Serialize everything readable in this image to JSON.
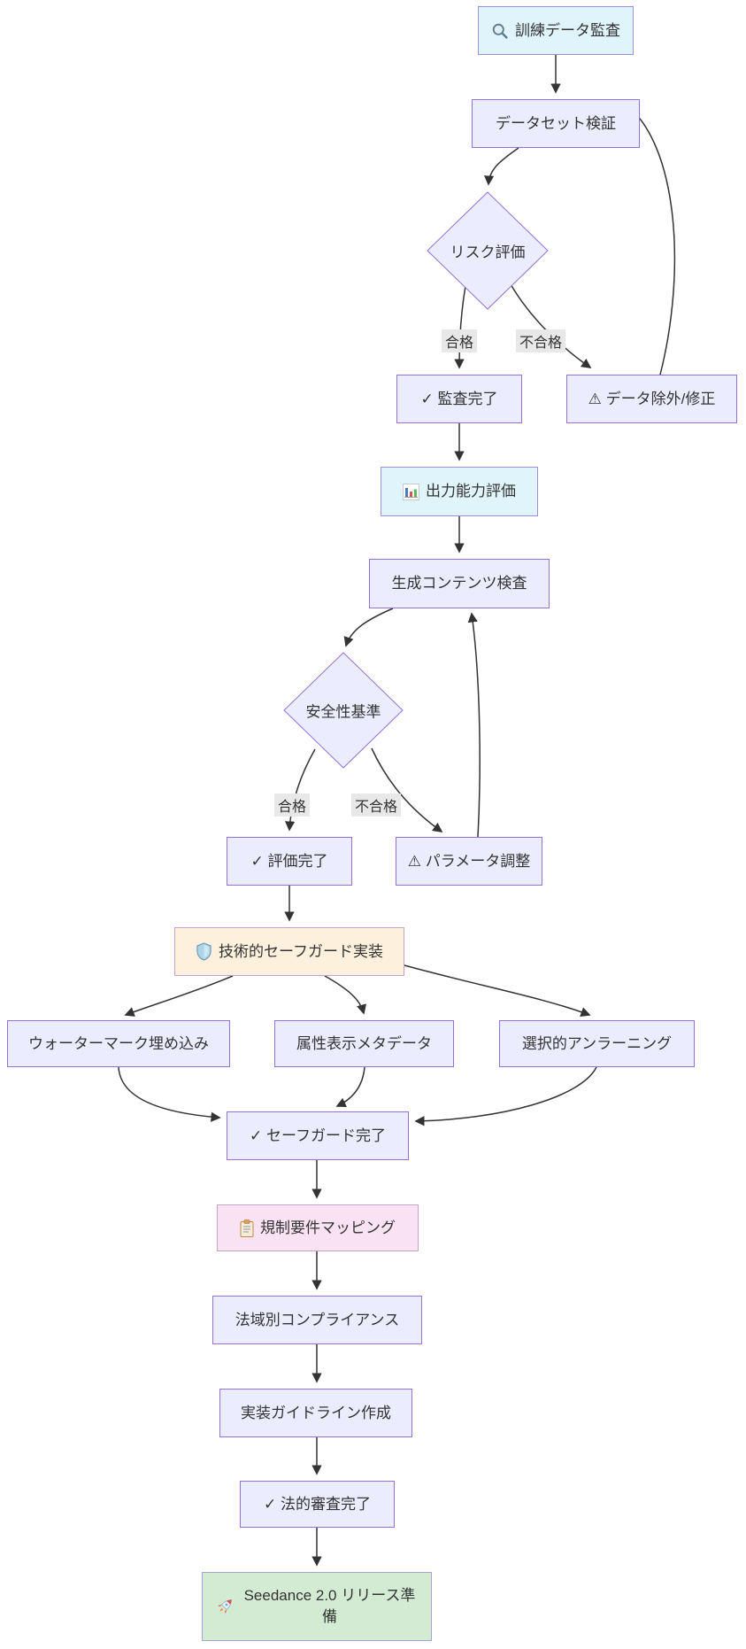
{
  "diagram": {
    "nodes": {
      "training_data_audit": {
        "label": "訓練データ監査",
        "icon": "magnifier-icon"
      },
      "dataset_validation": {
        "label": "データセット検証"
      },
      "risk_assessment": {
        "label": "リスク評価",
        "shape": "diamond"
      },
      "audit_complete": {
        "label": "✓ 監査完了"
      },
      "data_exclusion_fix": {
        "label": "⚠ データ除外/修正"
      },
      "output_capability_eval": {
        "label": "出力能力評価",
        "icon": "bar-chart-icon"
      },
      "generated_content_inspection": {
        "label": "生成コンテンツ検査"
      },
      "safety_criteria": {
        "label": "安全性基準",
        "shape": "diamond"
      },
      "evaluation_complete": {
        "label": "✓ 評価完了"
      },
      "parameter_adjustment": {
        "label": "⚠ パラメータ調整"
      },
      "technical_safeguard_impl": {
        "label": "技術的セーフガード実装",
        "icon": "shield-icon"
      },
      "watermark_embedding": {
        "label": "ウォーターマーク埋め込み"
      },
      "attribution_metadata": {
        "label": "属性表示メタデータ"
      },
      "selective_unlearning": {
        "label": "選択的アンラーニング"
      },
      "safeguard_complete": {
        "label": "✓ セーフガード完了"
      },
      "regulatory_requirements_mapping": {
        "label": "規制要件マッピング",
        "icon": "clipboard-icon"
      },
      "jurisdiction_compliance": {
        "label": "法域別コンプライアンス"
      },
      "implementation_guidelines": {
        "label": "実装ガイドライン作成"
      },
      "legal_review_complete": {
        "label": "✓ 法的審査完了"
      },
      "seedance_release_ready": {
        "label": "Seedance 2.0 リリース準備",
        "icon": "rocket-icon"
      }
    },
    "edge_labels": {
      "risk_pass": "合格",
      "risk_fail": "不合格",
      "safety_pass": "合格",
      "safety_fail": "不合格"
    },
    "edges": [
      {
        "from": "training_data_audit",
        "to": "dataset_validation"
      },
      {
        "from": "dataset_validation",
        "to": "risk_assessment"
      },
      {
        "from": "risk_assessment",
        "to": "audit_complete",
        "label": "合格"
      },
      {
        "from": "risk_assessment",
        "to": "data_exclusion_fix",
        "label": "不合格"
      },
      {
        "from": "data_exclusion_fix",
        "to": "dataset_validation"
      },
      {
        "from": "audit_complete",
        "to": "output_capability_eval"
      },
      {
        "from": "output_capability_eval",
        "to": "generated_content_inspection"
      },
      {
        "from": "generated_content_inspection",
        "to": "safety_criteria"
      },
      {
        "from": "safety_criteria",
        "to": "evaluation_complete",
        "label": "合格"
      },
      {
        "from": "safety_criteria",
        "to": "parameter_adjustment",
        "label": "不合格"
      },
      {
        "from": "parameter_adjustment",
        "to": "generated_content_inspection"
      },
      {
        "from": "evaluation_complete",
        "to": "technical_safeguard_impl"
      },
      {
        "from": "technical_safeguard_impl",
        "to": "watermark_embedding"
      },
      {
        "from": "technical_safeguard_impl",
        "to": "attribution_metadata"
      },
      {
        "from": "technical_safeguard_impl",
        "to": "selective_unlearning"
      },
      {
        "from": "watermark_embedding",
        "to": "safeguard_complete"
      },
      {
        "from": "attribution_metadata",
        "to": "safeguard_complete"
      },
      {
        "from": "selective_unlearning",
        "to": "safeguard_complete"
      },
      {
        "from": "safeguard_complete",
        "to": "regulatory_requirements_mapping"
      },
      {
        "from": "regulatory_requirements_mapping",
        "to": "jurisdiction_compliance"
      },
      {
        "from": "jurisdiction_compliance",
        "to": "implementation_guidelines"
      },
      {
        "from": "implementation_guidelines",
        "to": "legal_review_complete"
      },
      {
        "from": "legal_review_complete",
        "to": "seedance_release_ready"
      }
    ],
    "colors": {
      "node_fill": "#ececff",
      "node_border": "#9370db",
      "highlight_cyan": "#e0f4fb",
      "highlight_orange": "#fdf0dc",
      "highlight_pink": "#f9e3f2",
      "highlight_green": "#d3ebd3",
      "edge": "#333333",
      "edge_label_bg": "#e8e8e8",
      "text": "#333333"
    }
  }
}
